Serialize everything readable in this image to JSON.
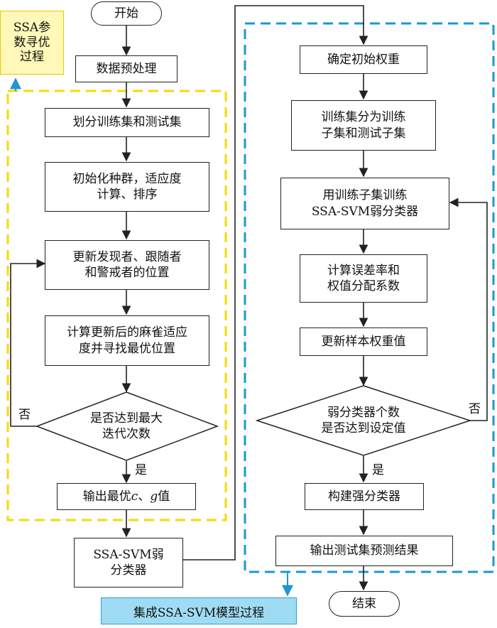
{
  "left_flow": {
    "start": "开始",
    "preprocess": "数据预处理",
    "split": "划分训练集和测试集",
    "init_line1": "初始化种群，适应度",
    "init_line2": "计算、排序",
    "update_line1": "更新发现者、跟随者",
    "update_line2": "和警戒者的位置",
    "fitness_line1": "计算更新后的麻雀适应",
    "fitness_line2": "度并寻找最优位置",
    "decision_line1": "是否达到最大",
    "decision_line2": "迭代次数",
    "yes": "是",
    "no": "否",
    "output_prefix": "输出最优",
    "output_c": "c",
    "output_sep": "、",
    "output_g": "g",
    "output_suffix": "值",
    "weak_line1": "SSA-SVM弱",
    "weak_line2": "分类器"
  },
  "right_flow": {
    "init_weight": "确定初始权重",
    "subsplit_line1": "训练集分为训练",
    "subsplit_line2": "子集和测试子集",
    "train_line1": "用训练子集训练",
    "train_line2": "SSA-SVM弱分类器",
    "error_line1": "计算误差率和",
    "error_line2": "权值分配系数",
    "update_weight": "更新样本权重值",
    "decision_line1": "弱分类器个数",
    "decision_line2": "是否达到设定值",
    "yes": "是",
    "no": "否",
    "strong": "构建强分类器",
    "output": "输出测试集预测结果",
    "end": "结束"
  },
  "annotations": {
    "ssa_line1": "SSA参",
    "ssa_line2": "数寻优",
    "ssa_line3": "过程",
    "ensemble": "集成SSA-SVM模型过程"
  },
  "colors": {
    "yellow_border": "#f2dc00",
    "yellow_fill": "#fff8b8",
    "blue_border": "#1c97d3",
    "blue_fill": "#9fdcf4",
    "line": "#222222"
  }
}
